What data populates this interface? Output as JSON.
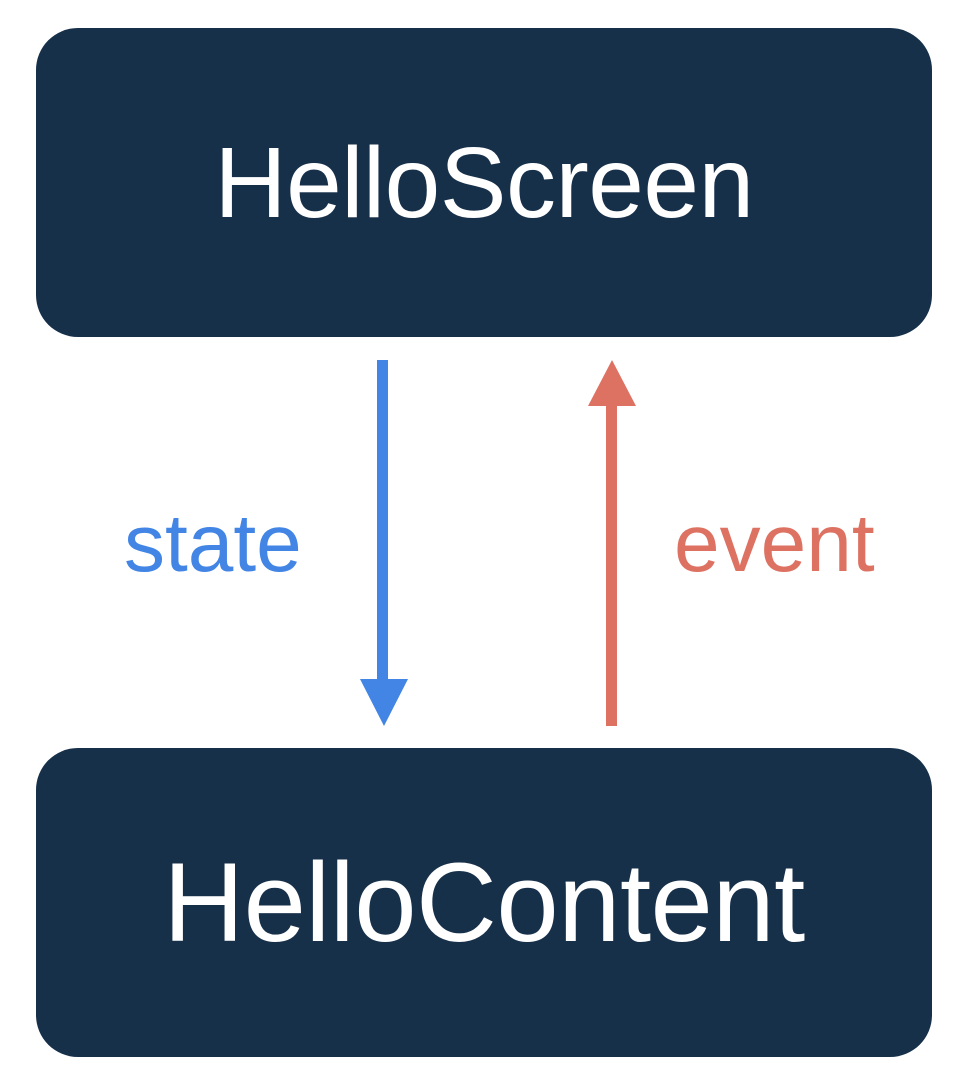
{
  "diagram": {
    "type": "flow-diagram",
    "orientation": "vertical",
    "background_color": "#FFFFFF",
    "nodes": [
      {
        "id": "hello-screen",
        "label": "HelloScreen",
        "fill_color": "#17304A",
        "text_color": "#FFFFFF",
        "shape": "rounded-rectangle"
      },
      {
        "id": "hello-content",
        "label": "HelloContent",
        "fill_color": "#17304A",
        "text_color": "#FFFFFF",
        "shape": "rounded-rectangle"
      }
    ],
    "edges": [
      {
        "id": "state-edge",
        "label": "state",
        "from": "hello-screen",
        "to": "hello-content",
        "direction": "down",
        "color": "#4285E4"
      },
      {
        "id": "event-edge",
        "label": "event",
        "from": "hello-content",
        "to": "hello-screen",
        "direction": "up",
        "color": "#DD7263"
      }
    ]
  },
  "icons": {
    "arrow_down": "arrow-down-icon",
    "arrow_up": "arrow-up-icon"
  }
}
